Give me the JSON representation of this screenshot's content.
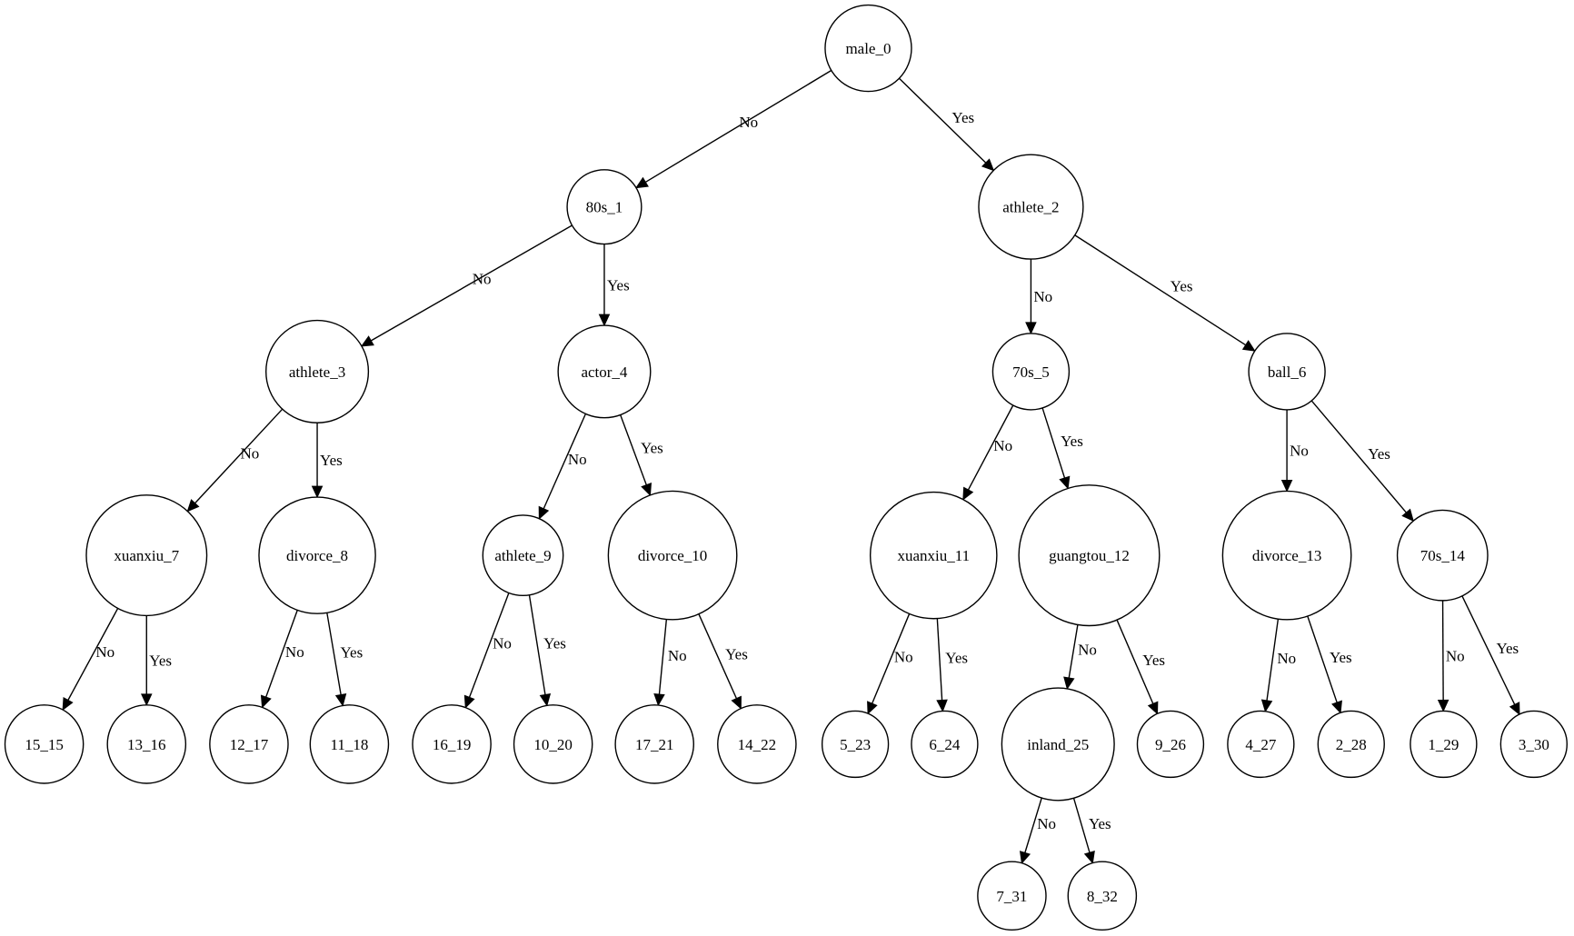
{
  "diagram": {
    "nodes": [
      {
        "id": "male_0",
        "label": "male_0"
      },
      {
        "id": "80s_1",
        "label": "80s_1"
      },
      {
        "id": "athlete_2",
        "label": "athlete_2"
      },
      {
        "id": "athlete_3",
        "label": "athlete_3"
      },
      {
        "id": "actor_4",
        "label": "actor_4"
      },
      {
        "id": "70s_5",
        "label": "70s_5"
      },
      {
        "id": "ball_6",
        "label": "ball_6"
      },
      {
        "id": "xuanxiu_7",
        "label": "xuanxiu_7"
      },
      {
        "id": "divorce_8",
        "label": "divorce_8"
      },
      {
        "id": "athlete_9",
        "label": "athlete_9"
      },
      {
        "id": "divorce_10",
        "label": "divorce_10"
      },
      {
        "id": "xuanxiu_11",
        "label": "xuanxiu_11"
      },
      {
        "id": "guangtou_12",
        "label": "guangtou_12"
      },
      {
        "id": "divorce_13",
        "label": "divorce_13"
      },
      {
        "id": "70s_14",
        "label": "70s_14"
      },
      {
        "id": "15_15",
        "label": "15_15"
      },
      {
        "id": "13_16",
        "label": "13_16"
      },
      {
        "id": "12_17",
        "label": "12_17"
      },
      {
        "id": "11_18",
        "label": "11_18"
      },
      {
        "id": "16_19",
        "label": "16_19"
      },
      {
        "id": "10_20",
        "label": "10_20"
      },
      {
        "id": "17_21",
        "label": "17_21"
      },
      {
        "id": "14_22",
        "label": "14_22"
      },
      {
        "id": "5_23",
        "label": "5_23"
      },
      {
        "id": "6_24",
        "label": "6_24"
      },
      {
        "id": "inland_25",
        "label": "inland_25"
      },
      {
        "id": "9_26",
        "label": "9_26"
      },
      {
        "id": "4_27",
        "label": "4_27"
      },
      {
        "id": "2_28",
        "label": "2_28"
      },
      {
        "id": "1_29",
        "label": "1_29"
      },
      {
        "id": "3_30",
        "label": "3_30"
      },
      {
        "id": "7_31",
        "label": "7_31"
      },
      {
        "id": "8_32",
        "label": "8_32"
      }
    ],
    "edges": [
      {
        "from": "male_0",
        "to": "80s_1",
        "label": "No"
      },
      {
        "from": "male_0",
        "to": "athlete_2",
        "label": "Yes"
      },
      {
        "from": "80s_1",
        "to": "athlete_3",
        "label": "No"
      },
      {
        "from": "80s_1",
        "to": "actor_4",
        "label": "Yes"
      },
      {
        "from": "athlete_2",
        "to": "70s_5",
        "label": "No"
      },
      {
        "from": "athlete_2",
        "to": "ball_6",
        "label": "Yes"
      },
      {
        "from": "athlete_3",
        "to": "xuanxiu_7",
        "label": "No"
      },
      {
        "from": "athlete_3",
        "to": "divorce_8",
        "label": "Yes"
      },
      {
        "from": "actor_4",
        "to": "athlete_9",
        "label": "No"
      },
      {
        "from": "actor_4",
        "to": "divorce_10",
        "label": "Yes"
      },
      {
        "from": "70s_5",
        "to": "xuanxiu_11",
        "label": "No"
      },
      {
        "from": "70s_5",
        "to": "guangtou_12",
        "label": "Yes"
      },
      {
        "from": "ball_6",
        "to": "divorce_13",
        "label": "No"
      },
      {
        "from": "ball_6",
        "to": "70s_14",
        "label": "Yes"
      },
      {
        "from": "xuanxiu_7",
        "to": "15_15",
        "label": "No"
      },
      {
        "from": "xuanxiu_7",
        "to": "13_16",
        "label": "Yes"
      },
      {
        "from": "divorce_8",
        "to": "12_17",
        "label": "No"
      },
      {
        "from": "divorce_8",
        "to": "11_18",
        "label": "Yes"
      },
      {
        "from": "athlete_9",
        "to": "16_19",
        "label": "No"
      },
      {
        "from": "athlete_9",
        "to": "10_20",
        "label": "Yes"
      },
      {
        "from": "divorce_10",
        "to": "17_21",
        "label": "No"
      },
      {
        "from": "divorce_10",
        "to": "14_22",
        "label": "Yes"
      },
      {
        "from": "xuanxiu_11",
        "to": "5_23",
        "label": "No"
      },
      {
        "from": "xuanxiu_11",
        "to": "6_24",
        "label": "Yes"
      },
      {
        "from": "guangtou_12",
        "to": "inland_25",
        "label": "No"
      },
      {
        "from": "guangtou_12",
        "to": "9_26",
        "label": "Yes"
      },
      {
        "from": "divorce_13",
        "to": "4_27",
        "label": "No"
      },
      {
        "from": "divorce_13",
        "to": "2_28",
        "label": "Yes"
      },
      {
        "from": "70s_14",
        "to": "1_29",
        "label": "No"
      },
      {
        "from": "70s_14",
        "to": "3_30",
        "label": "Yes"
      },
      {
        "from": "inland_25",
        "to": "7_31",
        "label": "No"
      },
      {
        "from": "inland_25",
        "to": "8_32",
        "label": "Yes"
      }
    ]
  }
}
